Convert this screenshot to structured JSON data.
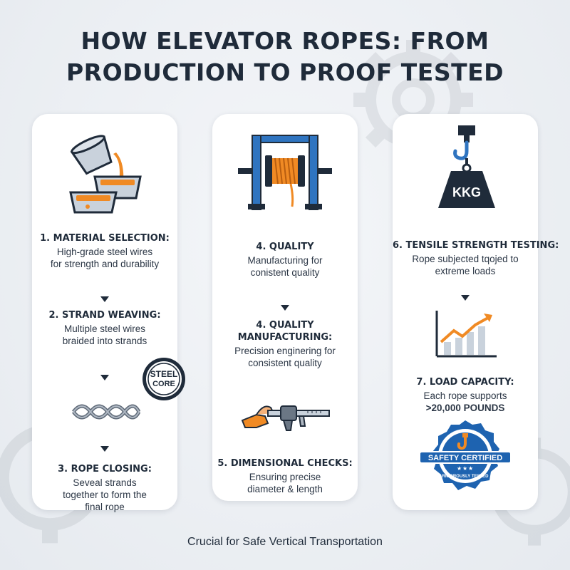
{
  "title": {
    "line1": "HOW ELEVATOR ROPES: FROM",
    "line2": "PRODUCTION TO PROOF TESTED"
  },
  "steps": {
    "material": {
      "title": "1. MATERIAL SELECTION:",
      "desc1": "High-grade steel wires",
      "desc2": "for strength and durability"
    },
    "strand": {
      "title": "2. STRAND WEAVING:",
      "desc1": "Multiple steel wires",
      "desc2": "braided into strands"
    },
    "closing": {
      "title": "3. ROPE CLOSING:",
      "desc1": "Seveal strands",
      "desc2": "together to form the",
      "desc3": "final rope"
    },
    "quality_a": {
      "title": "4. QUALITY",
      "desc1": "Manufacturing for",
      "desc2": "conistent quality"
    },
    "quality_b": {
      "title1": "4. QUALITY",
      "title2": "MANUFACTURING:",
      "desc1": "Precision enginering for",
      "desc2": "consistent quality"
    },
    "dimensional": {
      "title": "5. DIMENSIONAL CHECKS:",
      "desc1": "Ensuring precise",
      "desc2": "diameter & length"
    },
    "tensile": {
      "title": "6. TENSILE STRENGTH TESTING:",
      "desc1": "Rope subjected tqojed to",
      "desc2": "extreme loads"
    },
    "load": {
      "title": "7. LOAD CAPACITY:",
      "desc1": "Each rope supports",
      "desc2": ">20,000 POUNDS"
    }
  },
  "badges": {
    "steel_core_line1": "STEEL",
    "steel_core_line2": "CORE",
    "weight_label": "KKG",
    "safety_main": "SAFETY CERTIFIED",
    "safety_sub": "RIGOROUSLY TESTED"
  },
  "footer": "Crucial for Safe Vertical Transportation",
  "colors": {
    "navy": "#1f2b3a",
    "blue": "#2f74c0",
    "orange": "#f08a24",
    "gray": "#6b7785"
  }
}
